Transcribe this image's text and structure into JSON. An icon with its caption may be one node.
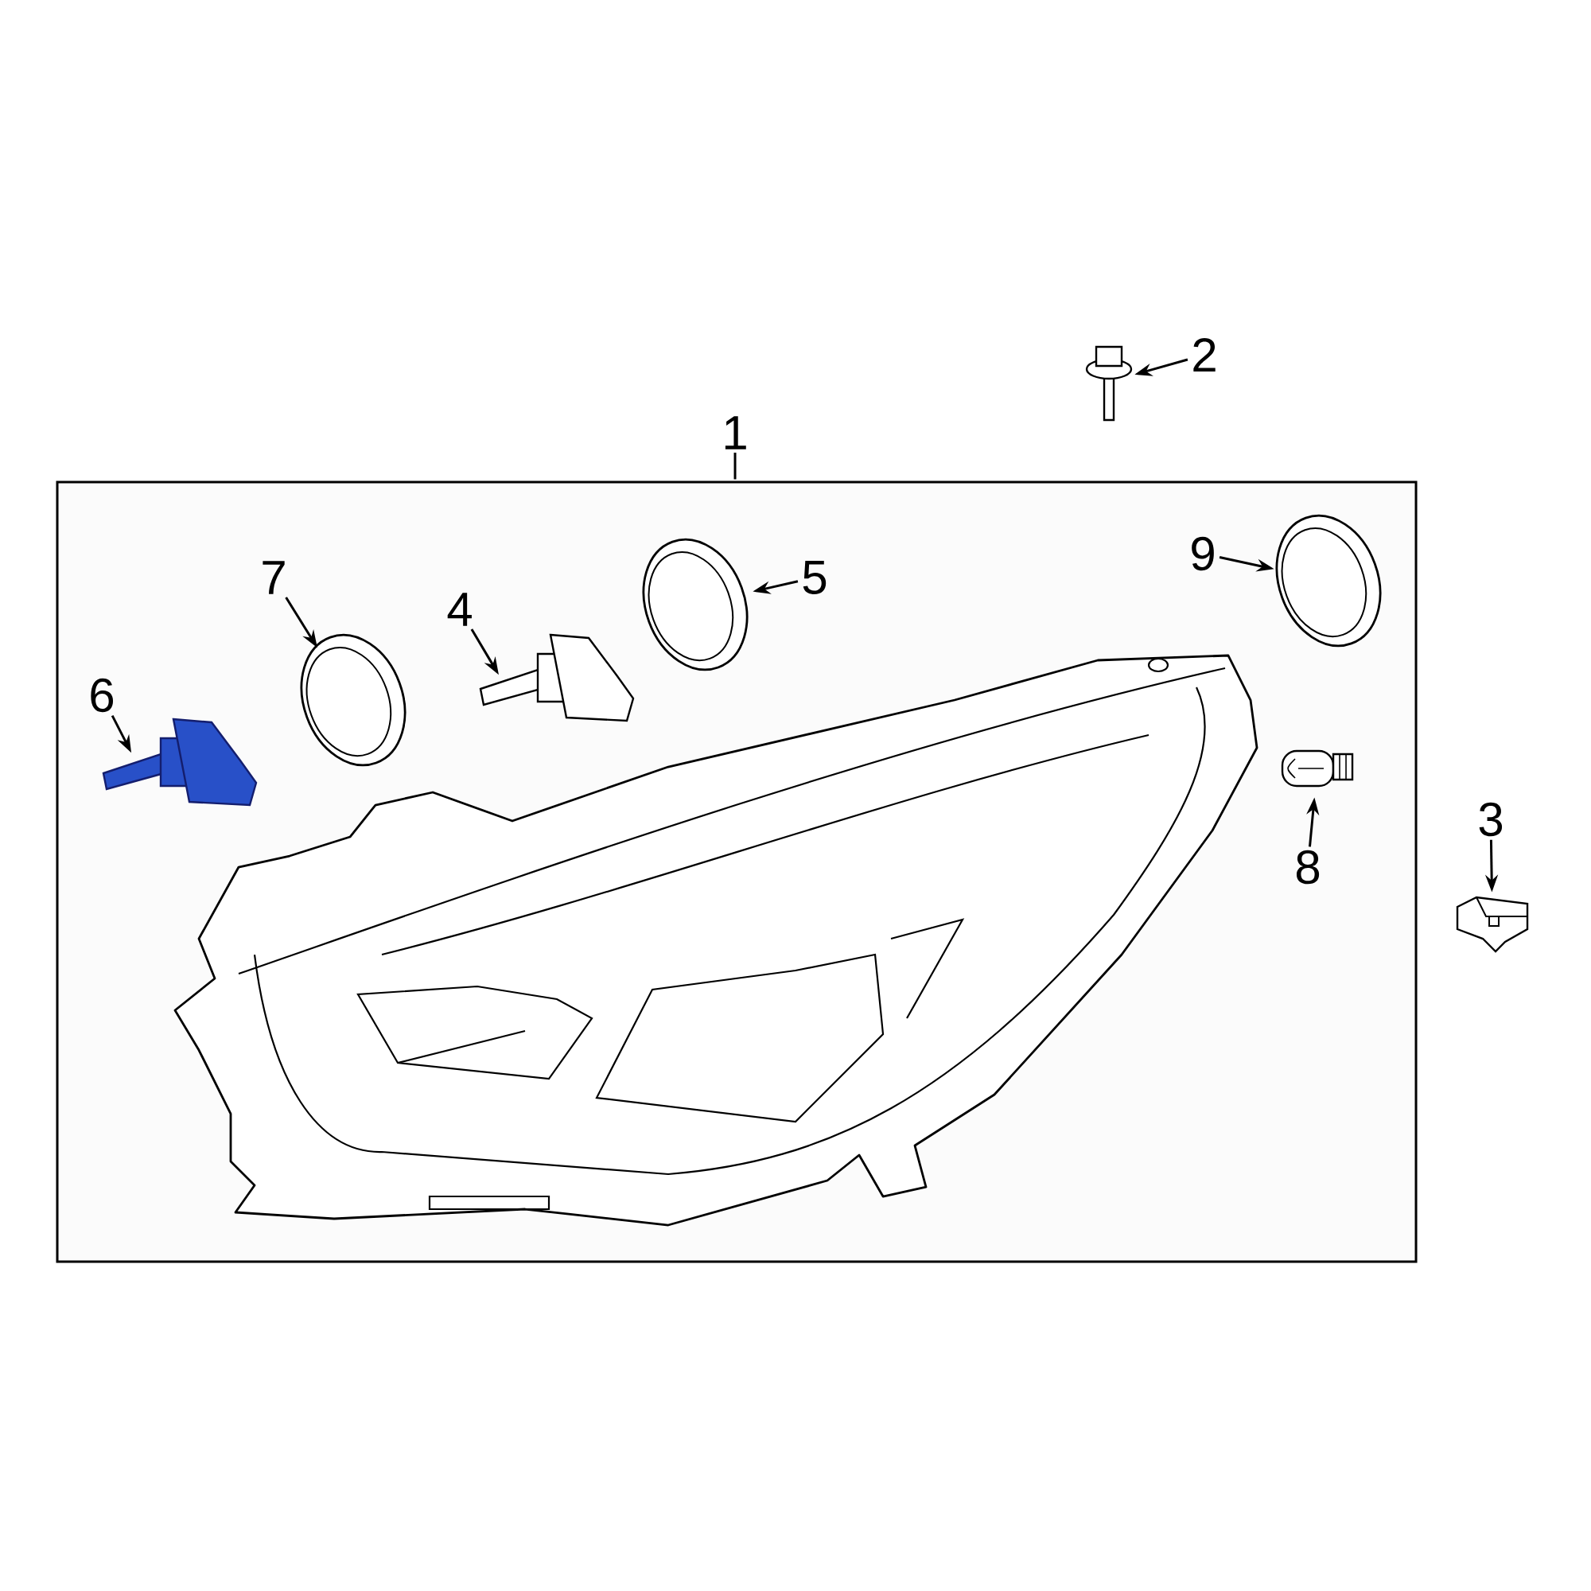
{
  "diagram": {
    "nodes": [
      {
        "text": [
          "1"
        ]
      },
      {
        "text": [],
        "shape": "box"
      },
      {
        "text": [
          "2"
        ]
      },
      {
        "text": [],
        "shape": "picture"
      },
      {
        "text": [
          "3"
        ]
      },
      {
        "text": [],
        "shape": "picture"
      },
      {
        "text": [
          "4"
        ],
        "in": 1
      },
      {
        "text": [],
        "shape": "picture",
        "in": 1
      },
      {
        "text": [
          "5"
        ],
        "in": 1
      },
      {
        "text": [],
        "shape": "picture",
        "in": 1
      },
      {
        "text": [
          "6"
        ],
        "in": 1
      },
      {
        "text": [],
        "shape": "picture",
        "in": 1
      },
      {
        "text": [
          "7"
        ],
        "in": 1
      },
      {
        "text": [],
        "shape": "picture",
        "in": 1
      },
      {
        "text": [
          "8"
        ],
        "in": 1
      },
      {
        "text": [],
        "shape": "picture",
        "in": 1
      },
      {
        "text": [
          "9"
        ],
        "in": 1
      },
      {
        "text": [],
        "shape": "picture",
        "in": 1
      }
    ],
    "edges": [
      {
        "from": 0,
        "to": 1,
        "arrow": "none"
      },
      {
        "from": 2,
        "to": 3,
        "arrow": "to"
      },
      {
        "from": 4,
        "to": 5,
        "arrow": "to"
      },
      {
        "from": 6,
        "to": 7,
        "arrow": "to"
      },
      {
        "from": 8,
        "to": 9,
        "arrow": "to"
      },
      {
        "from": 10,
        "to": 11,
        "arrow": "to"
      },
      {
        "from": 12,
        "to": 13,
        "arrow": "to"
      },
      {
        "from": 14,
        "to": 15,
        "arrow": "to"
      },
      {
        "from": 16,
        "to": 17,
        "arrow": "to"
      }
    ]
  }
}
